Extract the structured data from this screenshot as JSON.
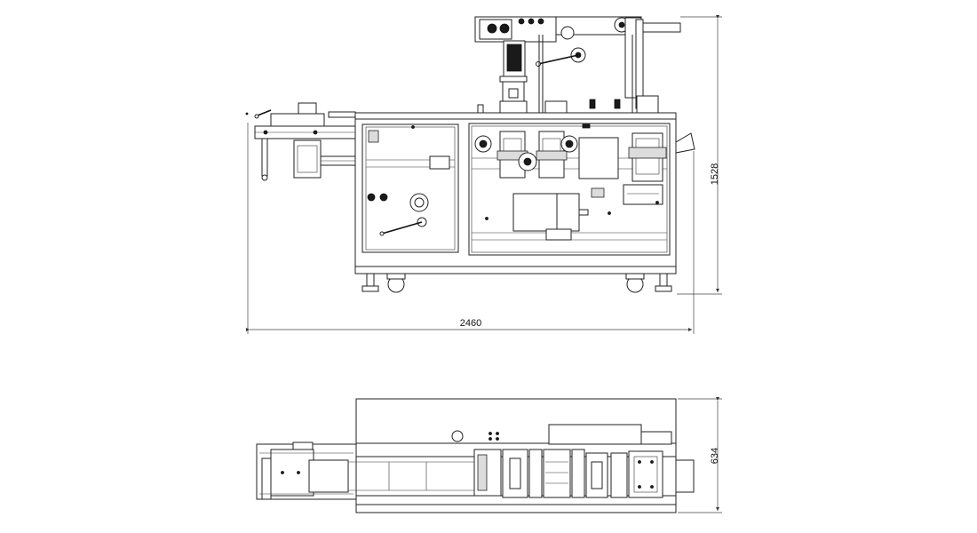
{
  "dimensions": {
    "overall_width": "2460",
    "overall_height": "1528",
    "top_view_depth": "634"
  }
}
